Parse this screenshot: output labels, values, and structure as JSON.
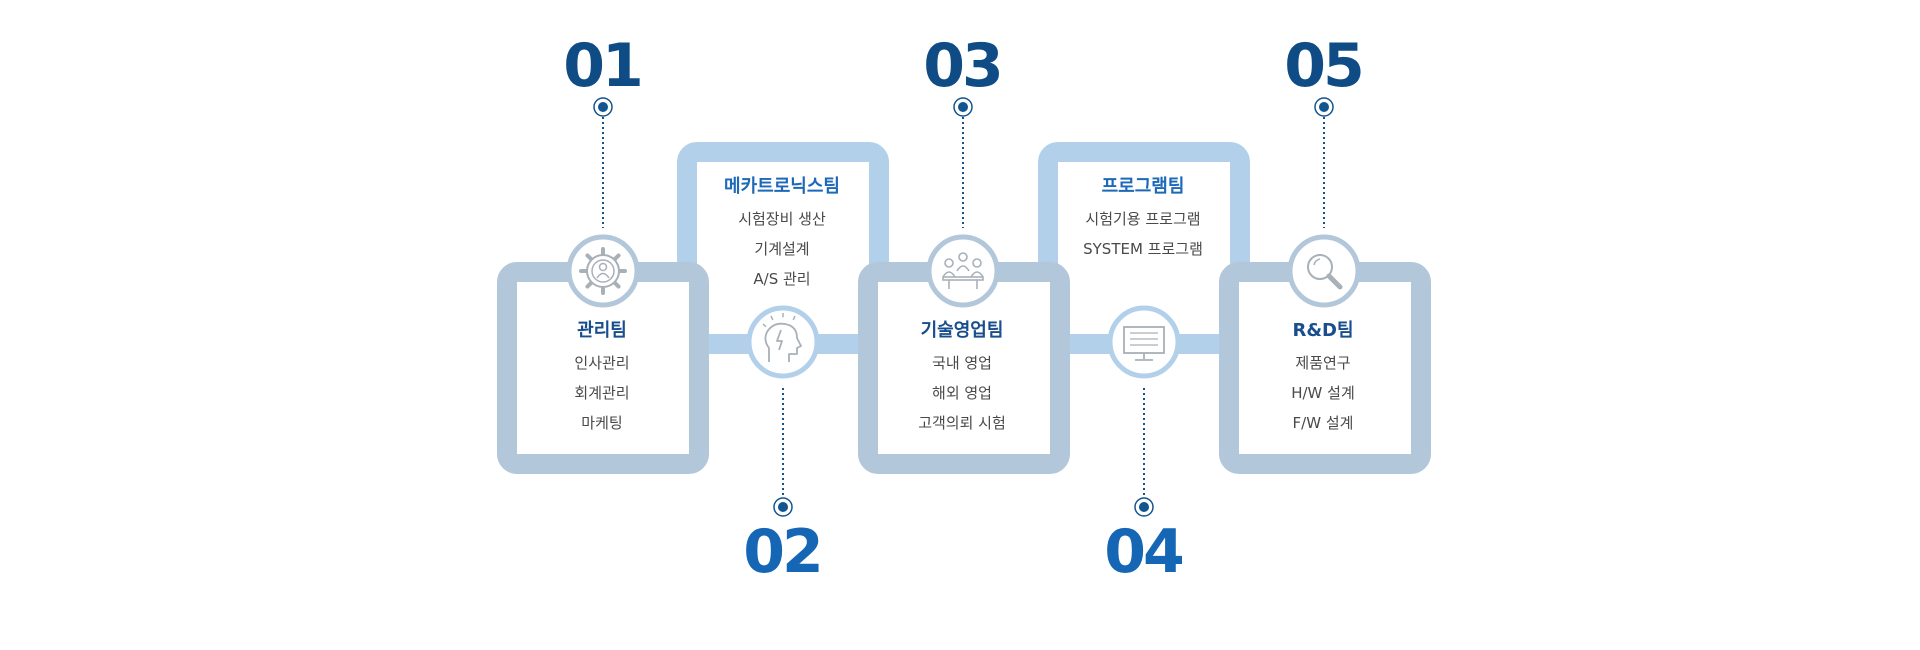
{
  "steps": [
    {
      "number": "01",
      "title": "관리팀",
      "items": [
        "인사관리",
        "회계관리",
        "마케팅"
      ],
      "icon": "gear-person-icon",
      "position": "bottom-card"
    },
    {
      "number": "02",
      "title": "메카트로닉스팀",
      "items": [
        "시험장비 생산",
        "기계설계",
        "A/S 관리"
      ],
      "icon": "head-lightbulb-icon",
      "position": "top-card"
    },
    {
      "number": "03",
      "title": "기술영업팀",
      "items": [
        "국내 영업",
        "해외 영업",
        "고객의뢰 시험"
      ],
      "icon": "meeting-people-icon",
      "position": "bottom-card"
    },
    {
      "number": "04",
      "title": "프로그램팀",
      "items": [
        "시험기용 프로그램",
        "SYSTEM 프로그램"
      ],
      "icon": "monitor-icon",
      "position": "top-card"
    },
    {
      "number": "05",
      "title": "R&D팀",
      "items": [
        "제품연구",
        "H/W 설계",
        "F/W 설계"
      ],
      "icon": "magnifier-icon",
      "position": "bottom-card"
    }
  ],
  "colors": {
    "frame_dark": "#b3c7da",
    "frame_light": "#b3d0eb",
    "number_dark": "#0f4c86",
    "number_blue": "#1566b4",
    "title_dark": "#184e8e",
    "title_blue": "#1c69b8",
    "dot": "#12558f",
    "icon_stroke": "#a8b0b8"
  }
}
